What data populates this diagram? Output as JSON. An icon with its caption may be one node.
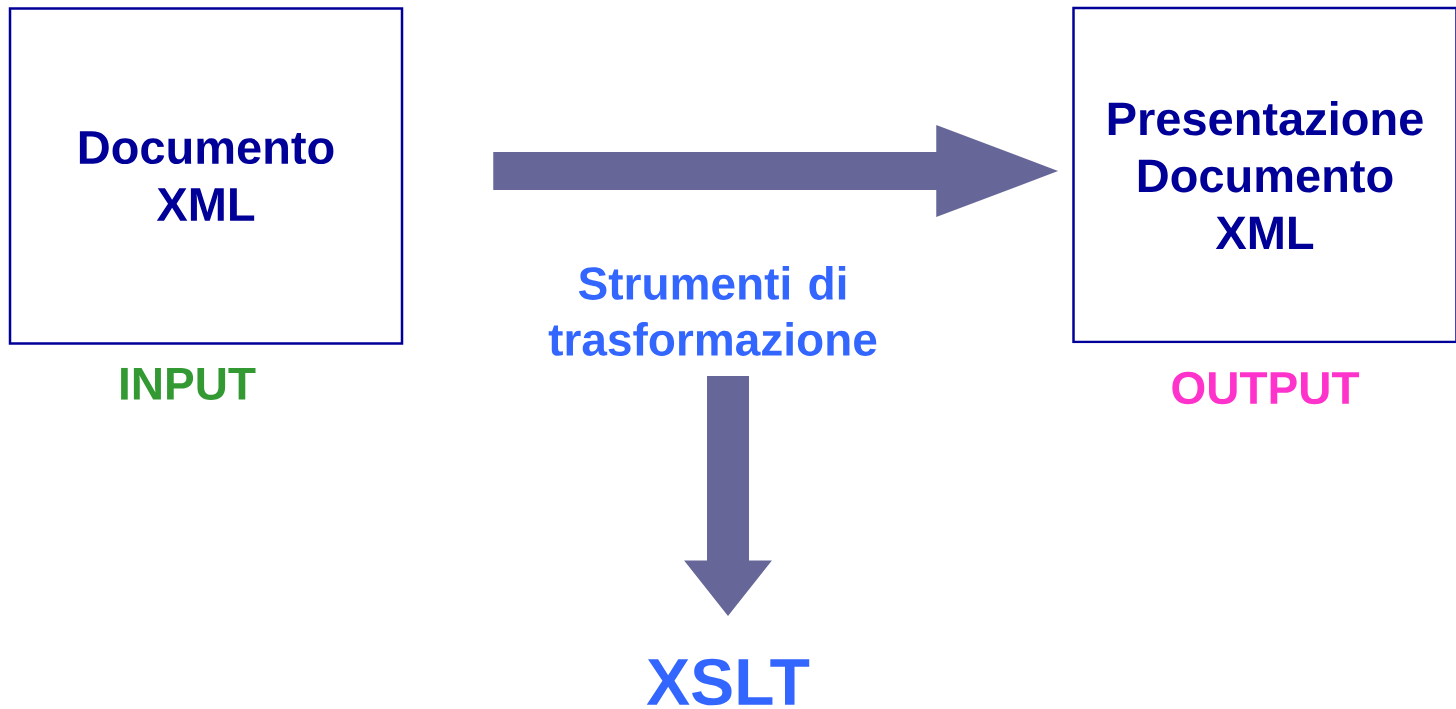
{
  "diagram": {
    "nodes": [
      {
        "text": [
          "Documento XML"
        ],
        "beside": [
          "INPUT"
        ]
      },
      {
        "text": [
          "Presentazione Documento XML"
        ],
        "beside": [
          "OUTPUT"
        ]
      },
      {
        "text": [
          "Strumenti di trasformazione"
        ]
      },
      {
        "text": [
          "XSLT"
        ]
      }
    ],
    "edges": [
      {
        "from": 0,
        "to": 1,
        "arrow": "to"
      },
      {
        "from": 2,
        "to": 3,
        "arrow": "to"
      }
    ]
  }
}
